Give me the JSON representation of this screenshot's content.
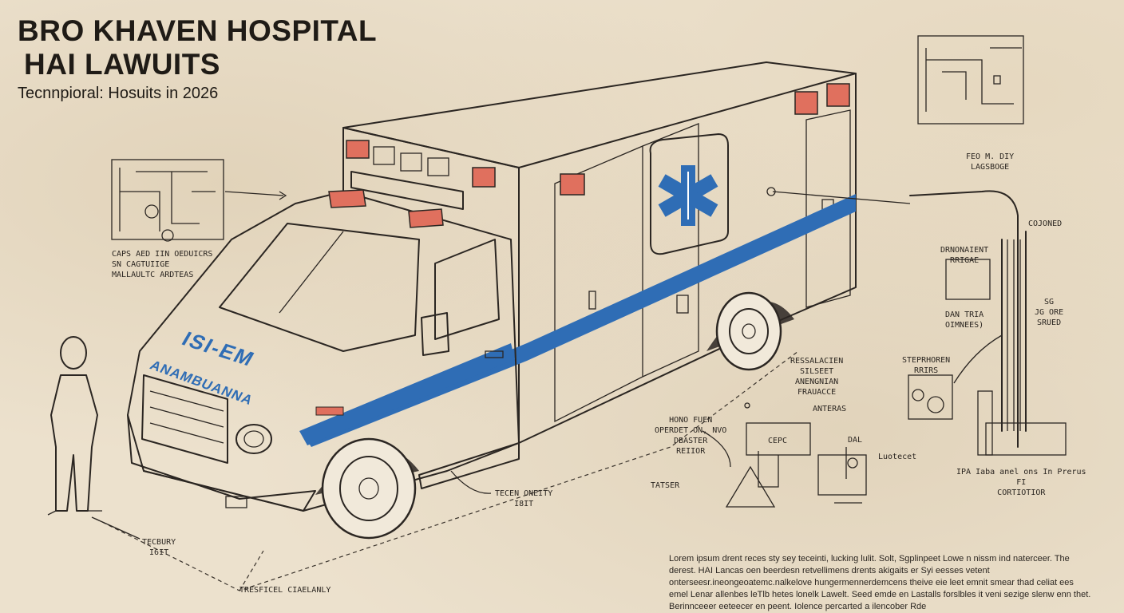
{
  "title_line1": "BRO KHAVEN HOSPITAL",
  "title_line2": "HAI LAWUITS",
  "subtitle": "Tecnnpioral: Hosuits in 2026",
  "vehicle": {
    "hood_text": "ISI-EM",
    "side_text": "ANAMBUANNA",
    "colors": {
      "stripe": "#2f6db5",
      "light": "#e0705e",
      "star": "#2f6db5",
      "ink": "#2b2622",
      "paper": "#ece1cd"
    }
  },
  "labels": {
    "top_left_schematic": "CAPS AED IIN OEDUICRS\nSN CAGTUIIGE\nMALLAULTC ARDTEAS",
    "pump_top": "FEO M. DIY\nLAGSBOGE",
    "conored": "COJONED",
    "device_box": "DRNONAIENT\nRRIGAE",
    "dan_tria": "DAN TRIA\nOIMNEES)",
    "sg": "SG\nJG Ore\nSRUED",
    "steprhoren": "STEPRHOREN\nRRIRS",
    "research": "RESSALACIEN\nSILSEET\nANENGNIAN\nFRAUACCE",
    "anteras": "ANTERAS",
    "hono": "HONO FUEN\nOPERDET ON, NVO\nDBASTER\nREIIOR",
    "cepc": "CEPC",
    "dal": "DAL",
    "luotect": "Luotecet",
    "tatser": "TATSER",
    "tecen": "TECEN ONEITY\nI8IT",
    "tecbury": "TECBURY\nI6IT",
    "tresficel": "TRESFICEL CIAELANLY",
    "ipa": "IPA Iaba anel ons In Prerus\nFI\nCORTIOTIOR"
  },
  "paragraph": "Lorem ipsum drent reces sty sey teceinti, lucking lulit. Solt, Sgplinpeet Lowe n nissm ind naterceer. The derest. HAI Lancas oen beerdesn retvellimens drents akigaits er Syi eesses vetent onterseesr.ineongeoatemc.nalkelove hungermennerdemcens theive eie leet emnit smear thad celiat ees emel Lenar allenbes leTlb hetes lonelk Lawelt. Seed emde en Lastalls forslbles it veni sezige slenw enn thet. Berinnceeer eeteecer en peent. Iolence percarted a ilencober Rde"
}
